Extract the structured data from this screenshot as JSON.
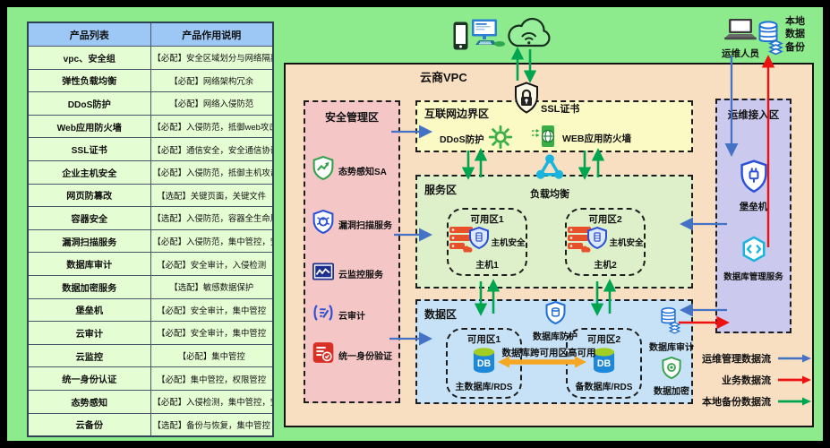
{
  "table": {
    "headers": [
      "产品列表",
      "产品作用说明"
    ],
    "rows": [
      [
        "vpc、安全组",
        "【必配】安全区域划分与网络隔离"
      ],
      [
        "弹性负载均衡",
        "【必配】网络架构冗余"
      ],
      [
        "DDoS防护",
        "【必配】网络入侵防范"
      ],
      [
        "Web应用防火墙",
        "【必配】入侵防范，抵御web攻击"
      ],
      [
        "SSL证书",
        "【必配】通信安全，安全通信协议"
      ],
      [
        "企业主机安全",
        "【必配】入侵防范，抵御主机攻击"
      ],
      [
        "网页防篡改",
        "【选配】关键页面，关键文件"
      ],
      [
        "容器安全",
        "【选配】入侵防范，容器全生命周期防护"
      ],
      [
        "漏洞扫描服务",
        "【必配】入侵防范，集中管控，安全基线检查"
      ],
      [
        "数据库审计",
        "【必配】安全审计，入侵检测"
      ],
      [
        "数据加密服务",
        "【选配】敏感数据保护"
      ],
      [
        "堡垒机",
        "【必配】安全审计，集中管控"
      ],
      [
        "云审计",
        "【必配】安全审计，集中管控"
      ],
      [
        "云监控",
        "【必配】集中管控"
      ],
      [
        "统一身份认证",
        "【必配】集中管控，权限管控"
      ],
      [
        "态势感知",
        "【必配】入侵检测，集中管控，安全管理中心"
      ],
      [
        "云备份",
        "【选配】备份与恢复，集中管控"
      ]
    ]
  },
  "diagram": {
    "vpc_title": "云商VPC",
    "ssl_label": "SSL证书",
    "lb_label": "负载均衡",
    "external": {
      "ops_user_label": "运维人员",
      "backup_label_lines": [
        "本地",
        "数据",
        "备份"
      ]
    },
    "zones": {
      "security": {
        "title": "安全管理区",
        "items": [
          "态势感知SA",
          "漏洞扫描服务",
          "云监控服务",
          "云审计",
          "统一身份验证"
        ]
      },
      "internet": {
        "title": "互联网边界区",
        "ddos_label": "DDoS防护",
        "waf_label": "WEB应用防火墙"
      },
      "service": {
        "title": "服务区",
        "az1": {
          "title": "可用区1",
          "shield_label": "主机安全",
          "host_label": "主机1"
        },
        "az2": {
          "title": "可用区2",
          "shield_label": "主机安全",
          "host_label": "主机2"
        }
      },
      "data": {
        "title": "数据区",
        "protect_label": "数据库防护",
        "ha_label": "数据库跨可用区高可用",
        "az1": {
          "title": "可用区1",
          "db_text": "DB",
          "db_label": "主数据库/RDS"
        },
        "az2": {
          "title": "可用区2",
          "db_text": "DB",
          "db_label": "备数据库/RDS"
        },
        "audit_label": "数据库审计",
        "encrypt_label": "数据加密"
      },
      "ops": {
        "title": "运维接入区",
        "items": [
          "堡垒机",
          "数据库管理服务"
        ]
      }
    },
    "legend": [
      {
        "label": "运维管理数据流",
        "color": "#4472C4"
      },
      {
        "label": "业务数据流",
        "color": "#EE1111"
      },
      {
        "label": "本地备份数据流",
        "color": "#00A550"
      }
    ]
  },
  "colors": {
    "canvas_bg": "#8DEB8D",
    "vpc_bg": "#F9DFC2",
    "security_bg": "#F5C6C6",
    "internet_bg": "#FBF9C4",
    "service_bg": "#DEF0CA",
    "data_bg": "#C7E2F6",
    "ops_bg": "#CBCAEE",
    "table_header_bg": "#9DC8F5",
    "table_row_bg": "#E5FDD3"
  }
}
